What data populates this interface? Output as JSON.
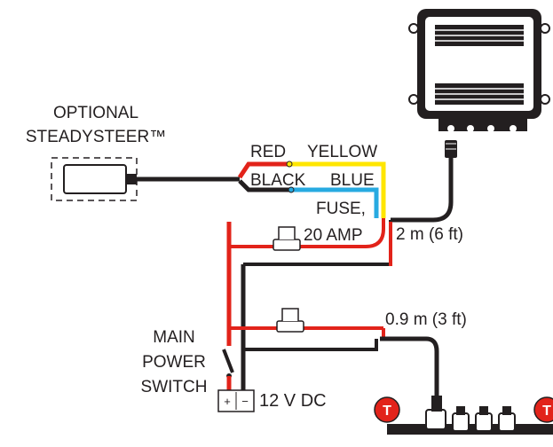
{
  "diagram": {
    "labels": {
      "optional_steadysteer": "OPTIONAL",
      "steadysteer": "STEADYSTEER™",
      "red": "RED",
      "yellow": "YELLOW",
      "black": "BLACK",
      "blue": "BLUE",
      "fuse": "FUSE,",
      "fuse_rating": "20 AMP",
      "cable_long": "2 m (6 ft)",
      "cable_short": "0.9 m (3 ft)",
      "main": "MAIN",
      "power": "POWER",
      "switch": "SWITCH",
      "battery": "12 V DC",
      "battery_plus": "+",
      "battery_minus": "−",
      "terminator": "T"
    },
    "colors": {
      "red_wire": "#e2231a",
      "black_wire": "#231f20",
      "yellow_wire": "#ffe600",
      "blue_wire": "#27aae1",
      "terminator": "#e2231a",
      "device": "#231f20"
    },
    "icons": [
      "ecu-module-icon",
      "steadysteer-sensor-icon",
      "inline-fuse-icon",
      "power-switch-icon",
      "battery-icon",
      "terminator-icon",
      "t-connector-icon"
    ]
  }
}
